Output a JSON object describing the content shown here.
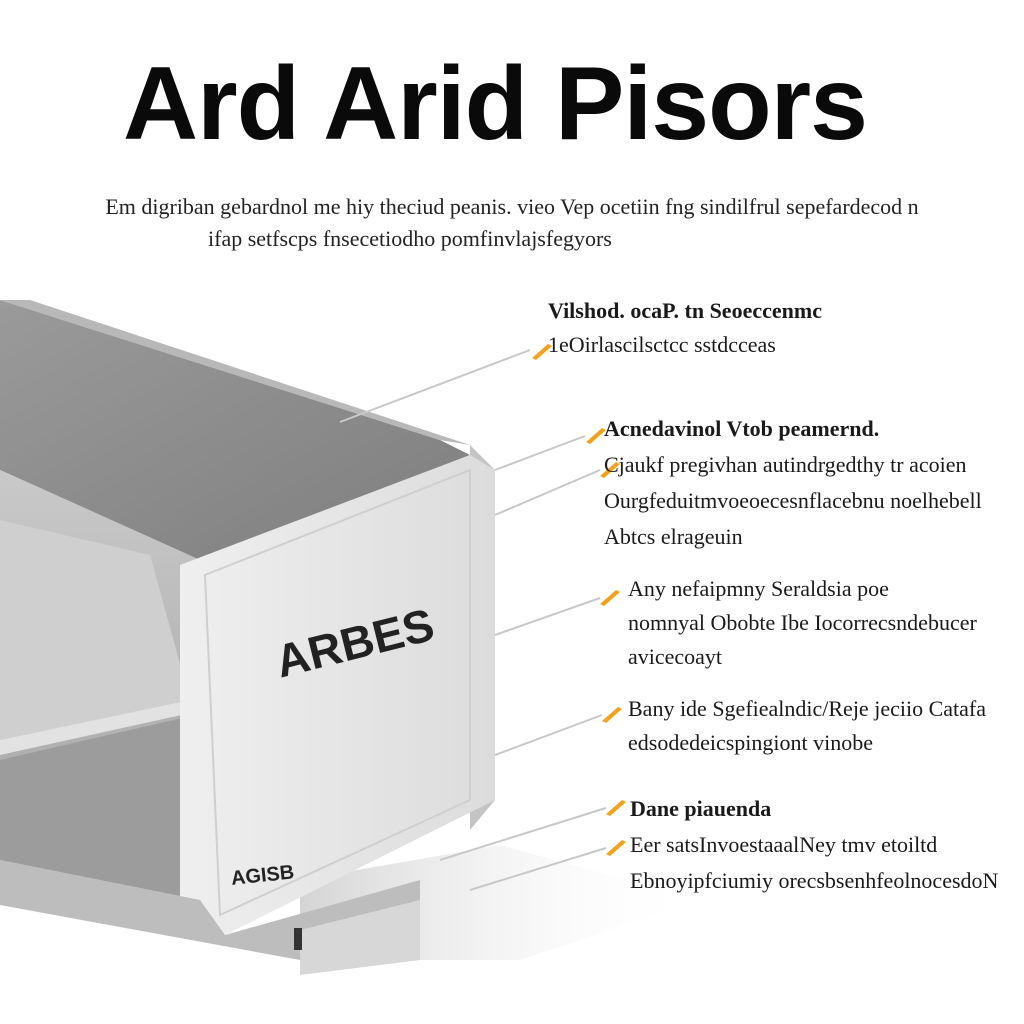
{
  "title": "Ard Arid Pisors",
  "intro": {
    "line1": "Em digriban gebardnol me hiy theciud peanis. vieo Vep ocetiin fng sindilfrul sepefardecod n",
    "line2": "ifap setfscps fnsecetiodho pomfinvlajsfegyors"
  },
  "callouts": [
    {
      "lines": [
        "Vilshod. ocaP. tn Seoeccenmc",
        "1eOirlascilsctcc sstdcceas"
      ],
      "heading_index": 0
    },
    {
      "lines": [
        "Acnedavinol Vtob peamernd.",
        "Cjaukf pregivhan autindrgedthy tr acoien",
        "Ourgfeduitmvoeoecesnflacebnu noelhebell",
        "Abtcs elrageuin"
      ],
      "heading_index": 0
    },
    {
      "lines": [
        "Any nefaipmny Seraldsia poe",
        "nomnyal Obobte Ibe Iocorrecsndebucer",
        "avicecoayt"
      ],
      "heading_index": -1
    },
    {
      "lines": [
        "Bany ide Sgefiealndic/Reje jeciio Catafa",
        "edsodedeicspingiont vinobe"
      ],
      "heading_index": -1
    },
    {
      "lines": [
        "Dane piauenda",
        "Eer satsInvoestaaalNey tmv etoiltd",
        "Ebnoyipfciumiy orecsbsenhfeolnocesdoN"
      ],
      "heading_index": 0
    }
  ],
  "device": {
    "front_label": "ARBES",
    "base_label": "AGISB"
  },
  "colors": {
    "accent": "#f2a21c",
    "leader_line": "#c8c8c8",
    "body_dark": "#8a8a8a",
    "body_mid": "#b4b4b4",
    "body_light": "#e6e6e6"
  }
}
